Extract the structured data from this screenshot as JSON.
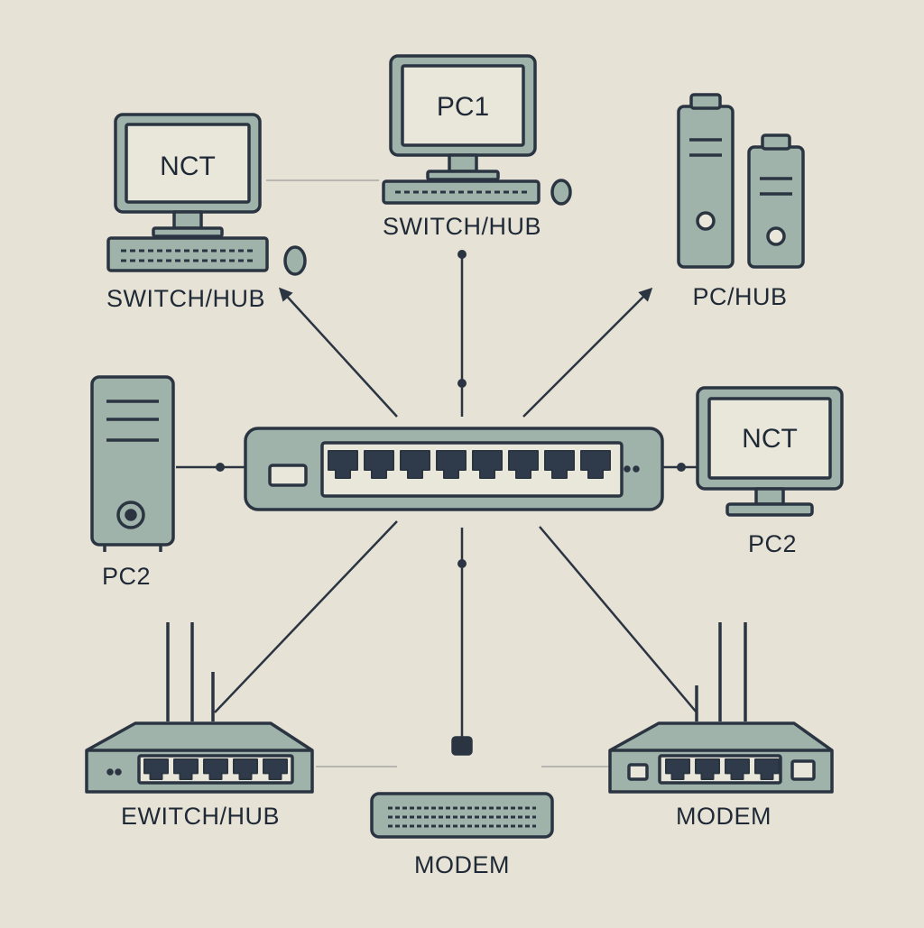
{
  "diagram": {
    "colors": {
      "background": "#e7e2d6",
      "device_fill": "#9fb3ab",
      "screen_fill": "#e9e6da",
      "stroke": "#2b3542",
      "port_fill": "#2f3b4a"
    },
    "nodes": [
      {
        "id": "top-left-pc",
        "icon": "desktop-computer-icon",
        "screen_text": "NCT",
        "label": "SWITCH/HUB"
      },
      {
        "id": "top-center-pc",
        "icon": "desktop-computer-icon",
        "screen_text": "PC1",
        "label": "SWITCH/HUB"
      },
      {
        "id": "top-right-towers",
        "icon": "server-towers-icon",
        "label": "PC/HUB"
      },
      {
        "id": "left-tower",
        "icon": "pc-tower-icon",
        "label": "PC2"
      },
      {
        "id": "right-monitor",
        "icon": "monitor-icon",
        "screen_text": "NCT",
        "label": "PC2"
      },
      {
        "id": "bottom-left-router",
        "icon": "router-icon",
        "label": "EWITCH/HUB"
      },
      {
        "id": "bottom-center-modem",
        "icon": "modem-icon",
        "label": "MODEM"
      },
      {
        "id": "bottom-right-router",
        "icon": "router-icon",
        "label": "MODEM"
      }
    ],
    "center": {
      "id": "central-switch",
      "icon": "network-switch-icon",
      "port_count": 8
    }
  }
}
